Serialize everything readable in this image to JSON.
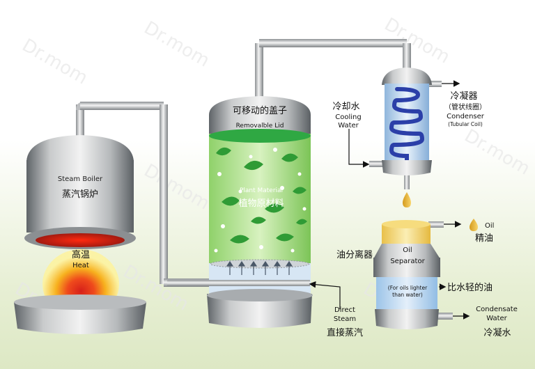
{
  "watermark": "Dr.mom",
  "boiler": {
    "label_en": "Steam Boiler",
    "label_cn": "蒸汽锅炉"
  },
  "heat": {
    "label_cn": "高温",
    "label_en": "Heat"
  },
  "still": {
    "lid_cn": "可移动的盖子",
    "lid_en": "Removalble Lid",
    "plant_en": "Plant Material",
    "plant_cn": "植物原材料"
  },
  "steam": {
    "label_en_1": "Direct",
    "label_en_2": "Steam",
    "label_cn": "直接蒸汽"
  },
  "cooling": {
    "label_cn": "冷却水",
    "label_en_1": "Cooling",
    "label_en_2": "Water"
  },
  "condenser": {
    "label_cn": "冷凝器",
    "label_cn_sub": "（管状线圈）",
    "label_en": "Condenser",
    "label_en_sub": "(Tubular Coil)"
  },
  "oil": {
    "label_en": "Oil",
    "label_cn": "精油"
  },
  "separator": {
    "label_cn": "油分离器",
    "label_en_1": "Oil",
    "label_en_2": "Separator",
    "note_en_1": "(For oils lighter",
    "note_en_2": "than water)",
    "note_cn": "比水轻的油"
  },
  "condensate": {
    "label_en_1": "Condensate",
    "label_en_2": "Water",
    "label_cn": "冷凝水"
  },
  "colors": {
    "metal_dark": "#6f7478",
    "metal_light": "#d8dadb",
    "plant_green": "#3fae3a",
    "coil_blue": "#2b3fa8",
    "oil_yellow": "#f2d36a",
    "water_blue": "#bcd8f0",
    "heat_red": "#e02a1a"
  }
}
